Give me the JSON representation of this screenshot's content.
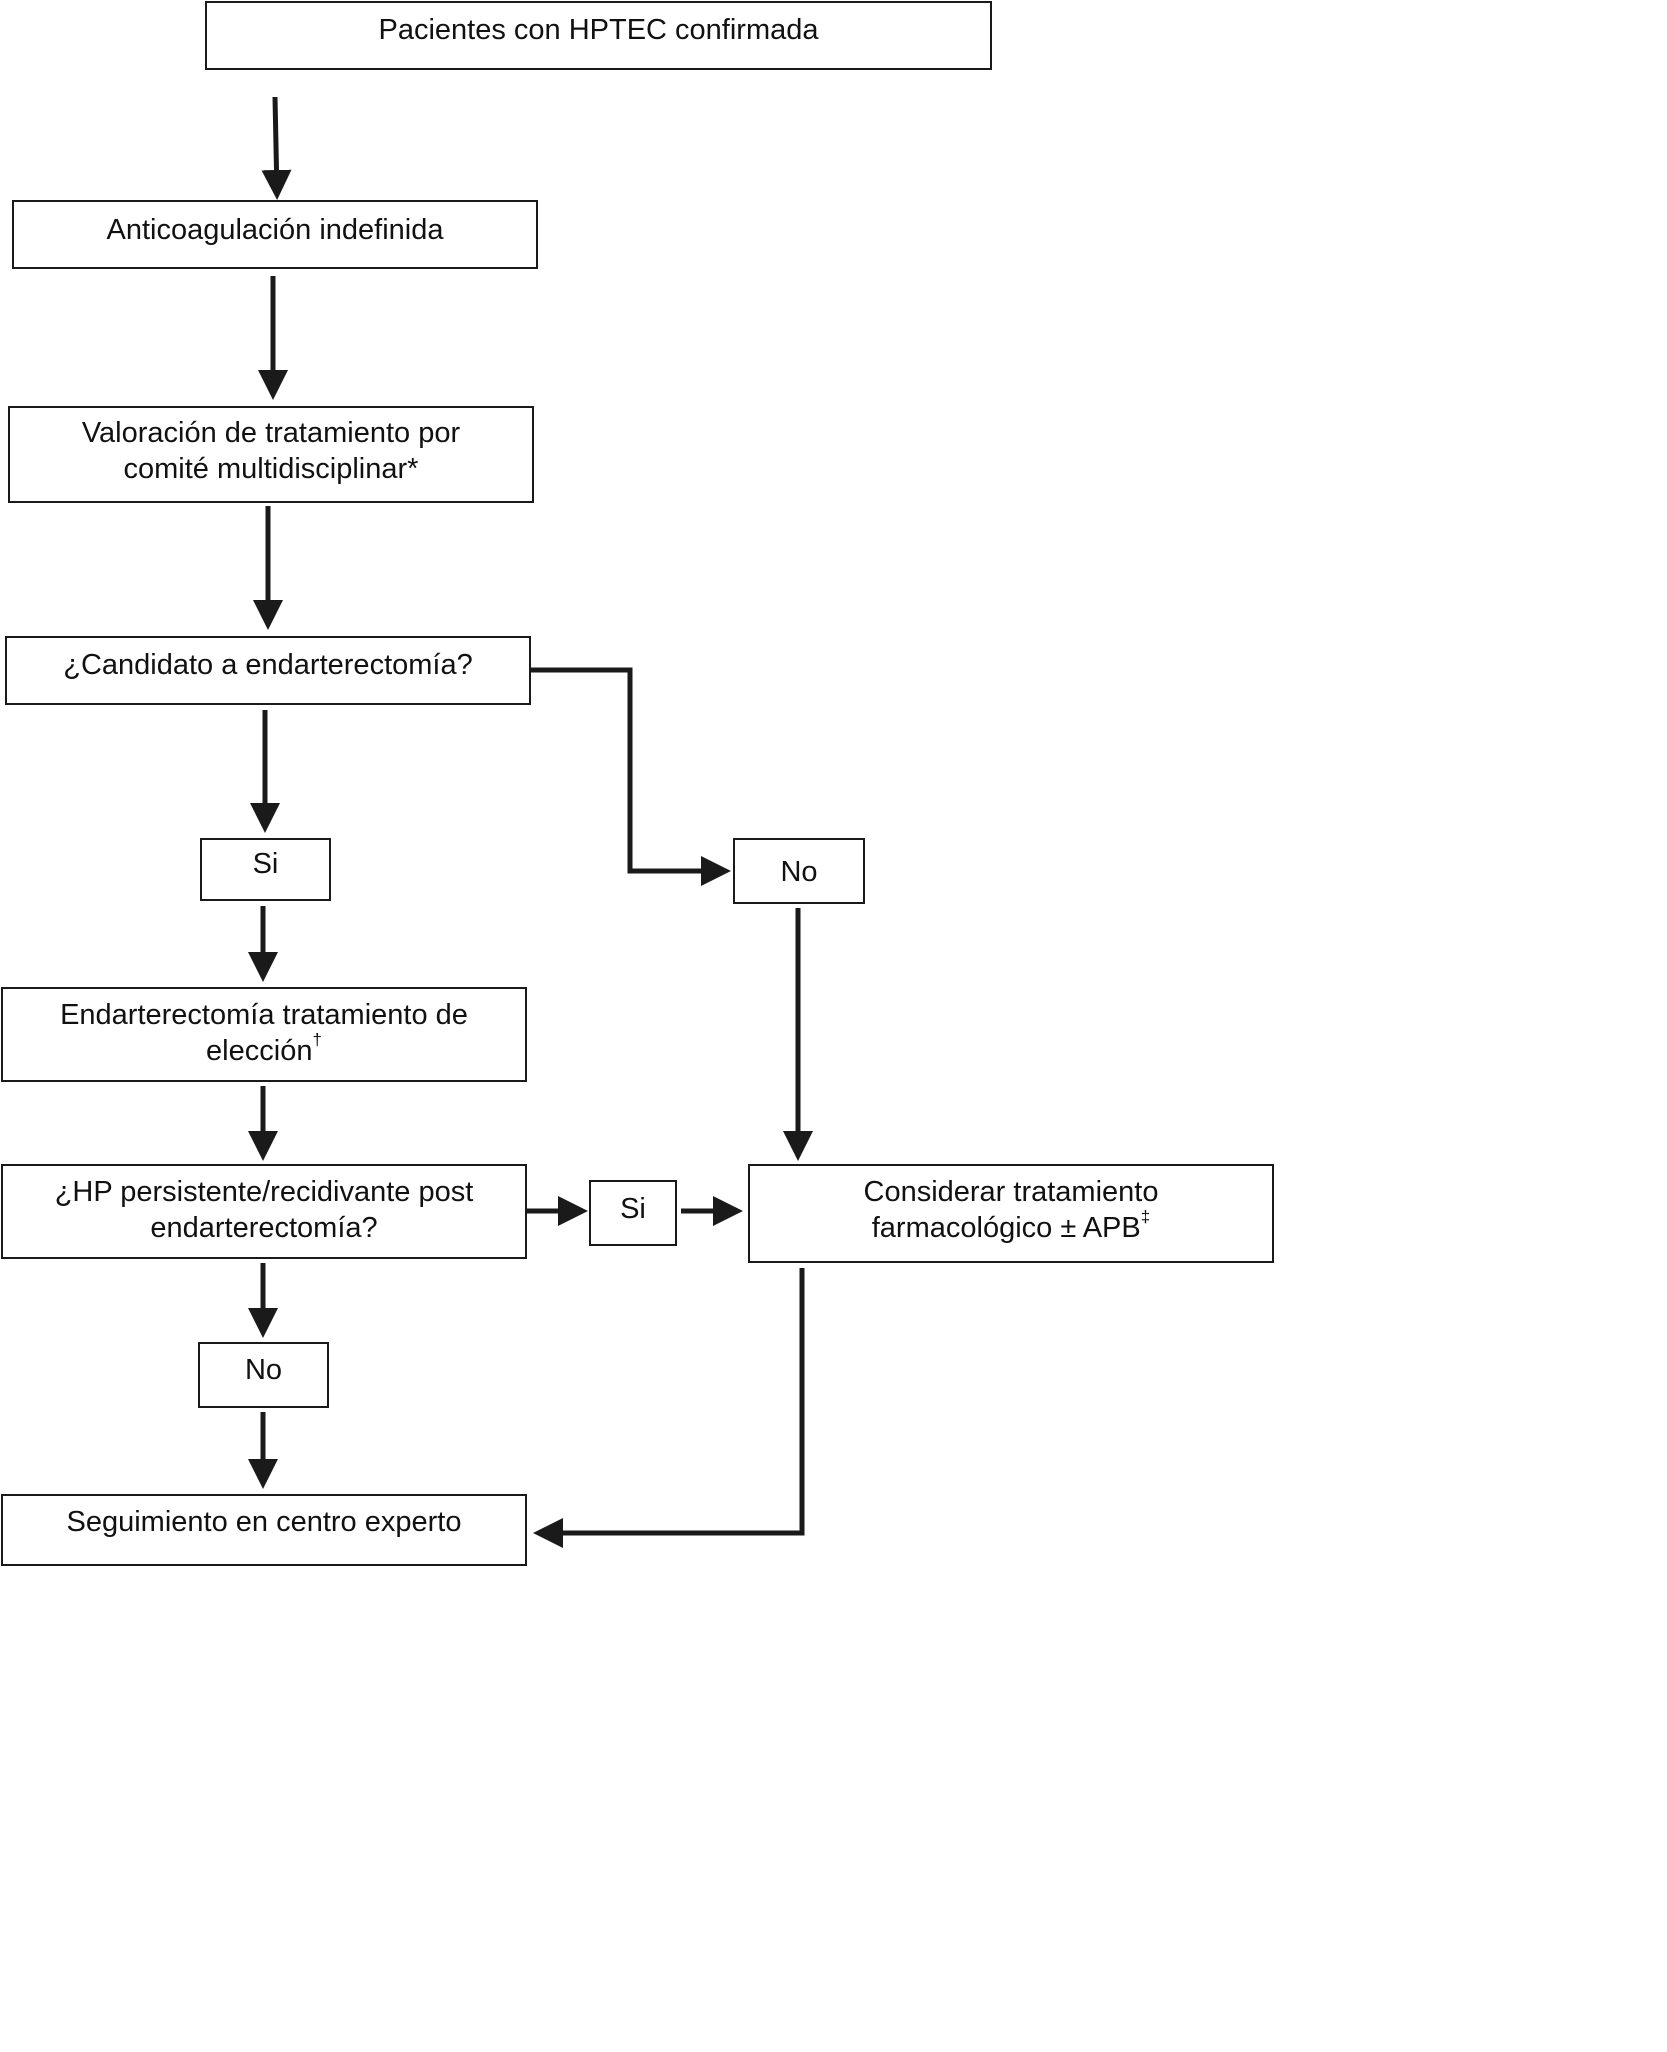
{
  "nodes": {
    "n1": {
      "line1": "Pacientes con HPTEC confirmada"
    },
    "n2": {
      "line1": "Anticoagulación indefinida"
    },
    "n3": {
      "line1": "Valoración de tratamiento por",
      "line2": "comité multidisciplinar*"
    },
    "n4": {
      "line1": "¿Candidato a endarterectomía?"
    },
    "n5": {
      "line1": "Si"
    },
    "n6": {
      "line1": "No"
    },
    "n7": {
      "line1": "Endarterectomía tratamiento de",
      "line2": "elección",
      "mark": "†"
    },
    "n8": {
      "line1": "¿HP persistente/recidivante post",
      "line2": "endarterectomía?"
    },
    "n9": {
      "line1": "Si"
    },
    "n10": {
      "line1": "Considerar tratamiento",
      "line2": "farmacológico ± APB",
      "mark": "‡"
    },
    "n11": {
      "line1": "No"
    },
    "n12": {
      "line1": "Seguimiento en centro experto"
    }
  },
  "colors": {
    "stroke": "#1a1a1a",
    "text": "#111111",
    "background": "#ffffff"
  }
}
